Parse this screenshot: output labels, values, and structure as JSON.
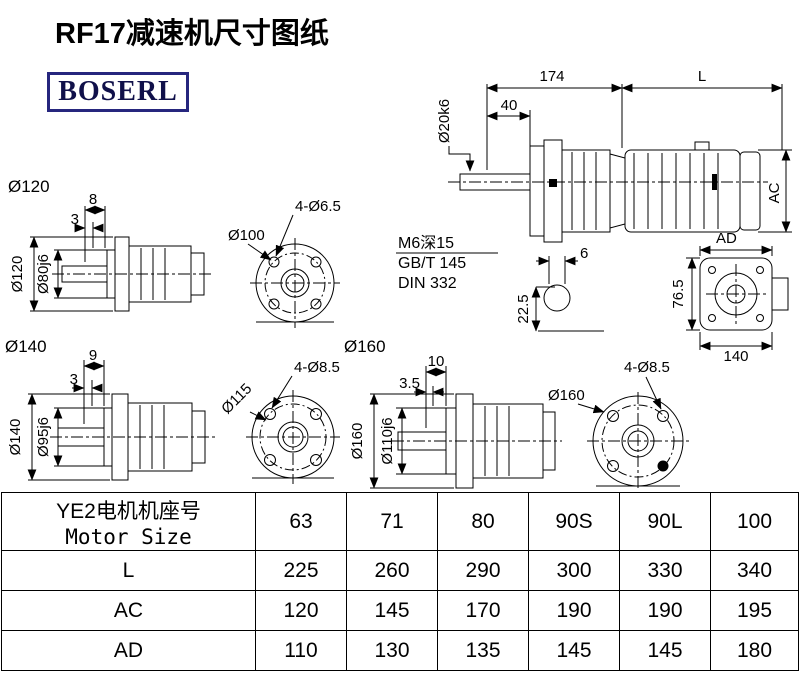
{
  "page": {
    "title": "RF17减速机尺寸图纸",
    "logo": "BOSERL"
  },
  "main_view": {
    "dim_total": "174",
    "dim_motor_length": "L",
    "dim_shaft_len": "40",
    "shaft_dia": "Ø20k6",
    "dim_height": "AC",
    "dim_ad": "AD",
    "tap_note_line1": "M6深15",
    "tap_note_line2": "GB/T 145",
    "tap_note_line3": "DIN 332",
    "key_width": "6",
    "key_height": "22.5",
    "rear_height": "76.5",
    "rear_width": "140"
  },
  "flange120": {
    "group_label": "Ø120",
    "dim_a": "8",
    "dim_b": "3",
    "dia_flange": "Ø120",
    "dia_spigot": "Ø80j6",
    "bolt_circle": "Ø100",
    "holes": "4-Ø6.5"
  },
  "flange140": {
    "group_label": "Ø140",
    "dim_a": "9",
    "dim_b": "3",
    "dia_flange": "Ø140",
    "dia_spigot": "Ø95j6",
    "bolt_circle": "Ø115",
    "holes": "4-Ø8.5"
  },
  "flange160": {
    "group_label": "Ø160",
    "dim_a": "10",
    "dim_b": "3.5",
    "dia_flange": "Ø160",
    "dia_spigot": "Ø110j6",
    "holes": "4-Ø8.5"
  },
  "table": {
    "header_cn": "YE2电机机座号",
    "header_en": "Motor Size",
    "motor_sizes": [
      "63",
      "71",
      "80",
      "90S",
      "90L",
      "100"
    ],
    "rows": [
      {
        "label": "L",
        "values": [
          "225",
          "260",
          "290",
          "300",
          "330",
          "340"
        ]
      },
      {
        "label": "AC",
        "values": [
          "120",
          "145",
          "170",
          "190",
          "190",
          "195"
        ]
      },
      {
        "label": "AD",
        "values": [
          "110",
          "130",
          "135",
          "145",
          "145",
          "180"
        ]
      }
    ]
  }
}
